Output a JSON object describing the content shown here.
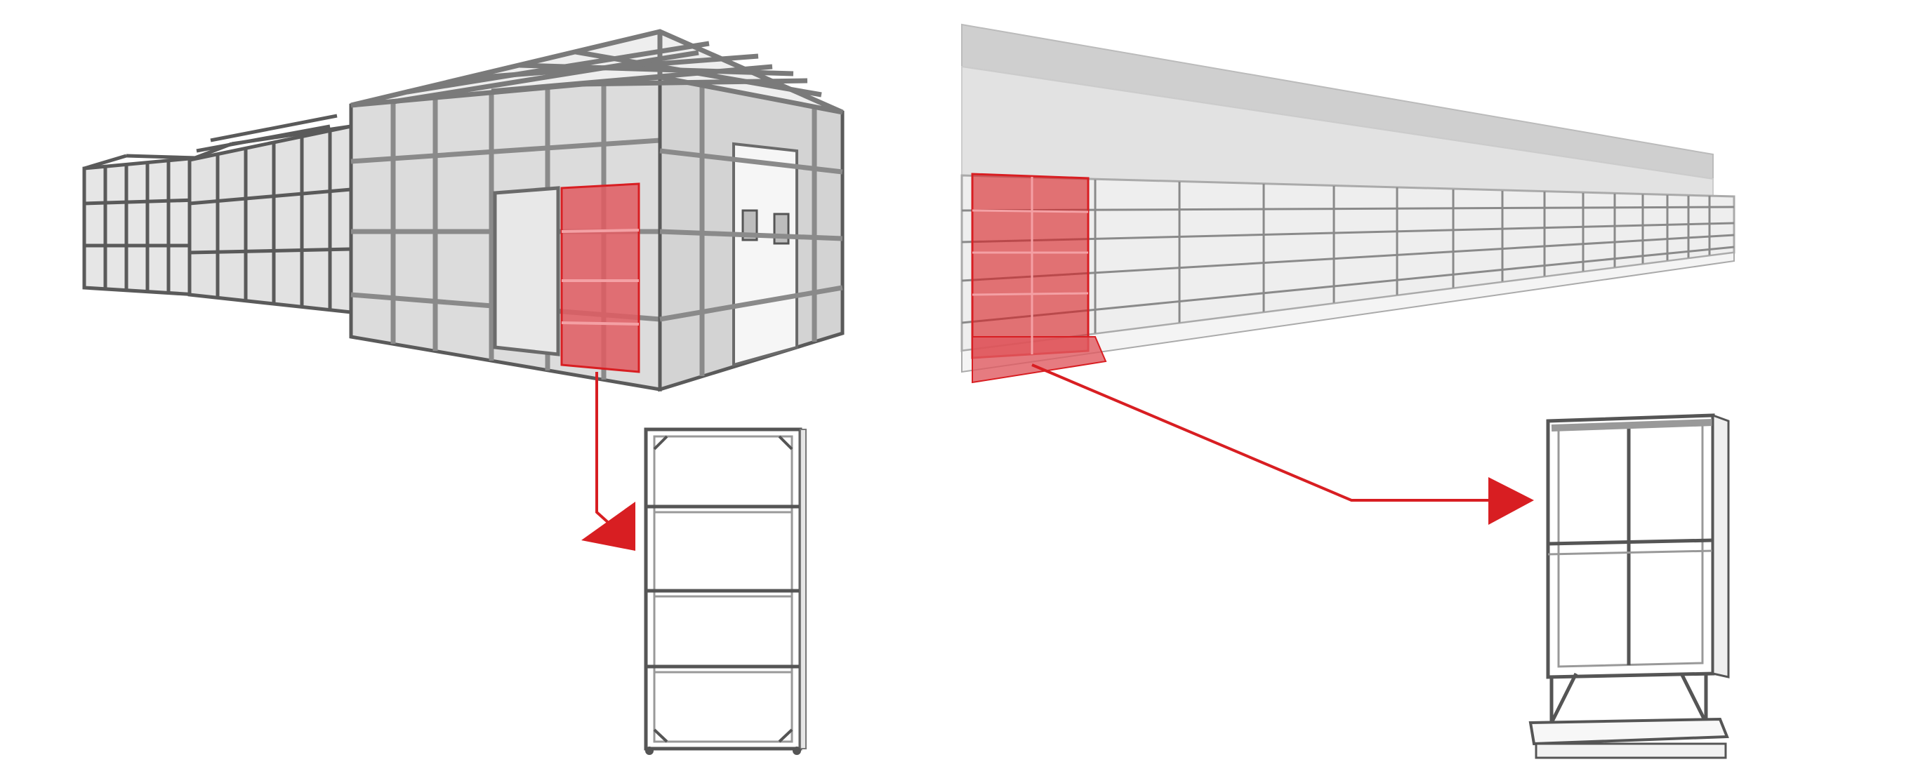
{
  "colors": {
    "background": "#ffffff",
    "highlight": "#d81e22",
    "highlight_fill": "#e05a60",
    "frame_dark": "#5a5a5a",
    "frame_light": "#9a9a9a",
    "glass": "#d9d9d9",
    "roof": "#c9c9c9",
    "outline": "#6e6e6e"
  },
  "views": [
    {
      "name": "modular-frame-enclosure",
      "icon": "enclosure-3d-view"
    },
    {
      "name": "single-frame-panel-detail",
      "icon": "panel-elevation-view"
    },
    {
      "name": "long-wall-partition",
      "icon": "wall-perspective-view"
    },
    {
      "name": "freestanding-panel-detail",
      "icon": "standing-panel-view"
    }
  ]
}
